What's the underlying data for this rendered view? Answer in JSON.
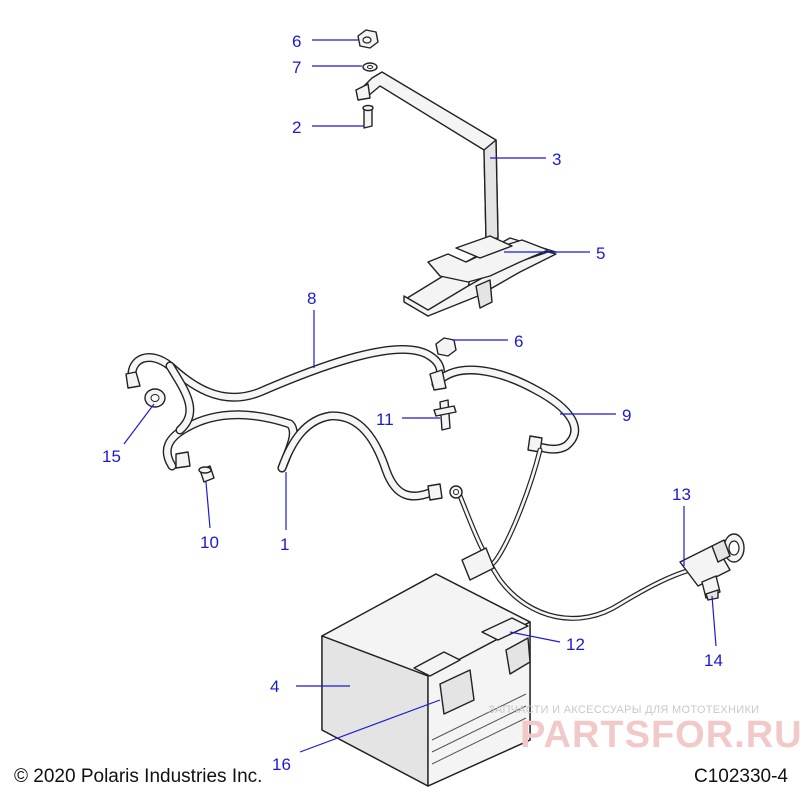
{
  "diagram": {
    "callouts": [
      {
        "id": "label-6-top",
        "text": "6"
      },
      {
        "id": "label-7",
        "text": "7"
      },
      {
        "id": "label-2",
        "text": "2"
      },
      {
        "id": "label-3",
        "text": "3"
      },
      {
        "id": "label-5",
        "text": "5"
      },
      {
        "id": "label-8",
        "text": "8"
      },
      {
        "id": "label-6-mid",
        "text": "6"
      },
      {
        "id": "label-11",
        "text": "11"
      },
      {
        "id": "label-9",
        "text": "9"
      },
      {
        "id": "label-15",
        "text": "15"
      },
      {
        "id": "label-10",
        "text": "10"
      },
      {
        "id": "label-1",
        "text": "1"
      },
      {
        "id": "label-13",
        "text": "13"
      },
      {
        "id": "label-14",
        "text": "14"
      },
      {
        "id": "label-12",
        "text": "12"
      },
      {
        "id": "label-4",
        "text": "4"
      },
      {
        "id": "label-16",
        "text": "16"
      }
    ]
  },
  "footer": {
    "copyright": "© 2020 Polaris Industries Inc.",
    "drawing_id": "C102330-4"
  },
  "watermark": {
    "tagline": "ЗАПЧАСТИ И АКСЕССУАРЫ ДЛЯ МОТОТЕХНИКИ",
    "logo": "PARTSFOR.RU"
  }
}
